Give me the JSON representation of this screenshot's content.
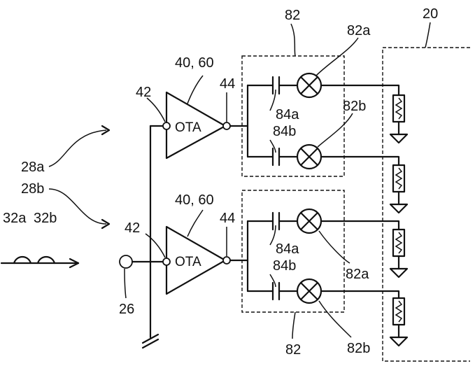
{
  "labels": {
    "ref_20": "20",
    "ref_82_top": "82",
    "ref_82_bottom": "82",
    "ref_82a_top": "82a",
    "ref_82b_top": "82b",
    "ref_82a_bottom": "82a",
    "ref_82b_bottom": "82b",
    "ref_84a_top": "84a",
    "ref_84b_top": "84b",
    "ref_84a_bottom": "84a",
    "ref_84b_bottom": "84b",
    "ref_4060_top": "40, 60",
    "ref_4060_bottom": "40, 60",
    "ref_42_top": "42",
    "ref_42_bottom": "42",
    "ref_44_top": "44",
    "ref_44_bottom": "44",
    "ref_28a": "28a",
    "ref_28b": "28b",
    "ref_32a": "32a",
    "ref_32b": "32b",
    "ref_26": "26",
    "ota_top": "OTA",
    "ota_bottom": "OTA"
  }
}
